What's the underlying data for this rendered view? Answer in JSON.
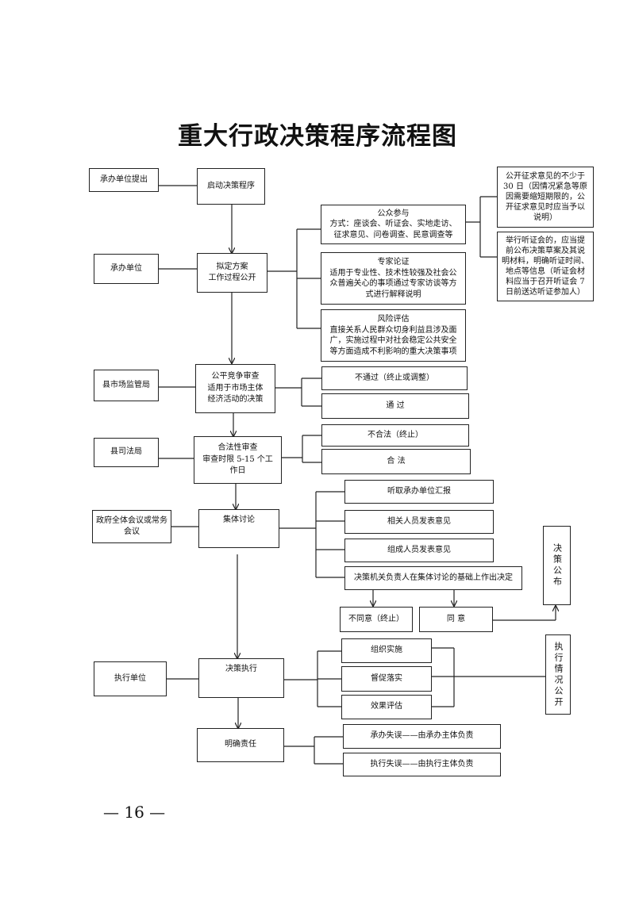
{
  "title": "重大行政决策程序流程图",
  "page_number": "— 16 —",
  "orgs": {
    "proposer": "承办单位提出",
    "undertaker": "承办单位",
    "market": "县市场监管局",
    "justice": "县司法局",
    "government": "政府全体会议或常务会议",
    "executor": "执行单位"
  },
  "steps": {
    "start": "启动决策程序",
    "draft": [
      "拟定方案",
      "工作过程公开"
    ],
    "competition": [
      "公平竞争审查",
      "适用于市场主体",
      "经济活动的决策"
    ],
    "legality": [
      "合法性审查",
      "审查时限 5-15 个工",
      "作日"
    ],
    "discussion": "集体讨论",
    "execution": "决策执行",
    "responsibility": "明确责任"
  },
  "draft_branches": {
    "public": [
      "公众参与",
      "方式：座谈会、听证会、实地走访、",
      "征求意见、问卷调查、民意调查等"
    ],
    "expert": [
      "专家论证",
      "适用于专业性、技术性较强及社会公",
      "众普遍关心的事项通过专家访谈等方",
      "式进行解释说明"
    ],
    "risk": [
      "风险评估",
      "直接关系人民群众切身利益且涉及面",
      "广，实施过程中对社会稳定公共安全",
      "等方面造成不利影响的重大决策事项"
    ]
  },
  "public_notes": {
    "comment": [
      "公开征求意见的不少于",
      "30 日（因情况紧急等原",
      "因需要缩短期限的，公",
      "开征求意见时应当予以",
      "说明）"
    ],
    "hearing": [
      "举行听证会的，应当提",
      "前公布决策草案及其说",
      "明材料，明确听证时间、",
      "地点等信息（听证会材",
      "料应当于召开听证会 7",
      "日前送达听证参加人）"
    ]
  },
  "competition_results": {
    "fail": "不通过（终止或调整）",
    "pass": "通  过"
  },
  "legality_results": {
    "fail": "不合法（终止）",
    "pass": "合  法"
  },
  "discussion_items": [
    "听取承办单位汇报",
    "相关人员发表意见",
    "组成人员发表意见",
    "决策机关负责人在集体讨论的基础上作出决定"
  ],
  "decision": {
    "disagree": "不同意（终止）",
    "agree": "同  意",
    "publish": "决策公布"
  },
  "execution_items": [
    "组织实施",
    "督促落实",
    "效果评估"
  ],
  "execution_public": "执行情况公开",
  "responsibility_items": [
    "承办失误——由承办主体负责",
    "执行失误——由执行主体负责"
  ],
  "colors": {
    "line": "#222222",
    "background": "#ffffff"
  }
}
